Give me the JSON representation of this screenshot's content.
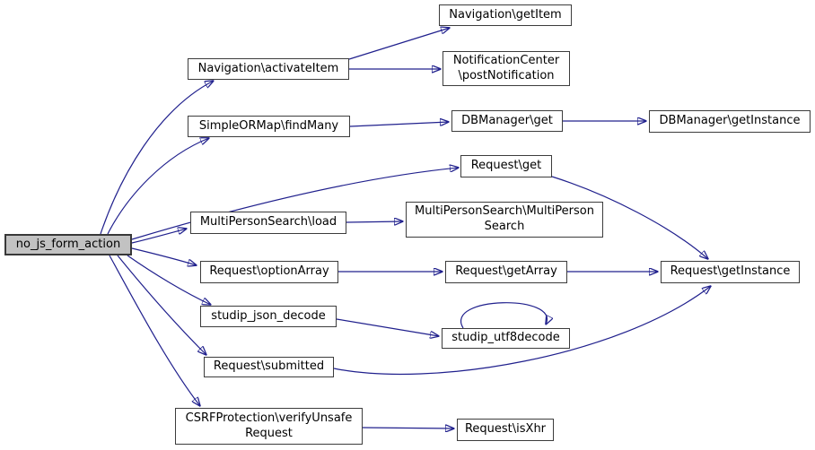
{
  "diagram": {
    "kind": "call-graph",
    "root_function": "no_js_form_action",
    "colors": {
      "edge": "#20208d",
      "node_fill": "#ffffff",
      "node_border": "#3c3c3c",
      "root_fill": "#c2c2c2",
      "background": "#ffffff",
      "text": "#000000"
    }
  },
  "nodes": [
    {
      "id": "root",
      "label": "no_js_form_action"
    },
    {
      "id": "nav_activate",
      "label": "Navigation\\activateItem"
    },
    {
      "id": "findmany",
      "label": "SimpleORMap\\findMany"
    },
    {
      "id": "mps_load",
      "label": "MultiPersonSearch\\load"
    },
    {
      "id": "opt_array",
      "label": "Request\\optionArray"
    },
    {
      "id": "json_decode",
      "label": "studip_json_decode"
    },
    {
      "id": "submitted",
      "label": "Request\\submitted"
    },
    {
      "id": "csrf_verify",
      "label": "CSRFProtection\\verifyUnsafe\nRequest"
    },
    {
      "id": "nav_getitem",
      "label": "Navigation\\getItem"
    },
    {
      "id": "notif_post",
      "label": "NotificationCenter\n\\postNotification"
    },
    {
      "id": "dbm_get",
      "label": "DBManager\\get"
    },
    {
      "id": "req_get",
      "label": "Request\\get"
    },
    {
      "id": "mps_mps",
      "label": "MultiPersonSearch\\MultiPerson\nSearch"
    },
    {
      "id": "req_getarray",
      "label": "Request\\getArray"
    },
    {
      "id": "utf8decode",
      "label": "studip_utf8decode"
    },
    {
      "id": "isxhr",
      "label": "Request\\isXhr"
    },
    {
      "id": "dbm_getinstance",
      "label": "DBManager\\getInstance"
    },
    {
      "id": "req_getinstance",
      "label": "Request\\getInstance"
    }
  ],
  "edges": [
    {
      "from": "root",
      "to": "nav_activate"
    },
    {
      "from": "root",
      "to": "findmany"
    },
    {
      "from": "root",
      "to": "req_get"
    },
    {
      "from": "root",
      "to": "mps_load"
    },
    {
      "from": "root",
      "to": "opt_array"
    },
    {
      "from": "root",
      "to": "json_decode"
    },
    {
      "from": "root",
      "to": "submitted"
    },
    {
      "from": "root",
      "to": "csrf_verify"
    },
    {
      "from": "nav_activate",
      "to": "nav_getitem"
    },
    {
      "from": "nav_activate",
      "to": "notif_post"
    },
    {
      "from": "findmany",
      "to": "dbm_get"
    },
    {
      "from": "dbm_get",
      "to": "dbm_getinstance"
    },
    {
      "from": "req_get",
      "to": "req_getinstance"
    },
    {
      "from": "mps_load",
      "to": "mps_mps"
    },
    {
      "from": "opt_array",
      "to": "req_getarray"
    },
    {
      "from": "req_getarray",
      "to": "req_getinstance"
    },
    {
      "from": "json_decode",
      "to": "utf8decode"
    },
    {
      "from": "utf8decode",
      "to": "utf8decode"
    },
    {
      "from": "submitted",
      "to": "req_getinstance"
    },
    {
      "from": "csrf_verify",
      "to": "isxhr"
    }
  ]
}
